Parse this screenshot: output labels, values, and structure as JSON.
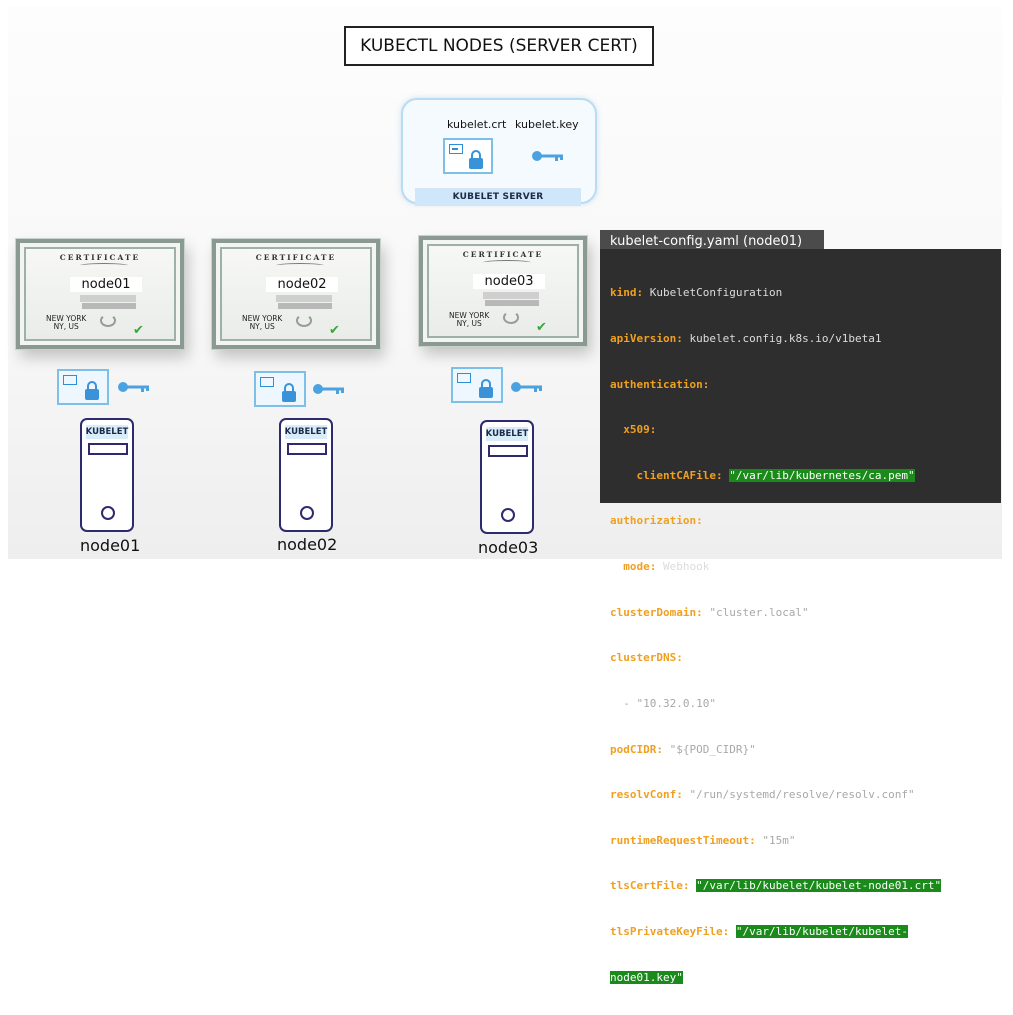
{
  "title": "KUBECTL NODES (SERVER CERT)",
  "server": {
    "crt_label": "kubelet.crt",
    "key_label": "kubelet.key",
    "bar_label": "KUBELET SERVER"
  },
  "certificates": [
    {
      "heading": "CERTIFICATE",
      "name": "node01",
      "city": "NEW YORK",
      "state": "NY, US"
    },
    {
      "heading": "CERTIFICATE",
      "name": "node02",
      "city": "NEW YORK",
      "state": "NY, US"
    },
    {
      "heading": "CERTIFICATE",
      "name": "node03",
      "city": "NEW YORK",
      "state": "NY, US"
    }
  ],
  "nodes": [
    {
      "badge": "KUBELET",
      "name": "node01"
    },
    {
      "badge": "KUBELET",
      "name": "node02"
    },
    {
      "badge": "KUBELET",
      "name": "node03"
    }
  ],
  "config": {
    "tab": "kubelet-config.yaml (node01)",
    "lines": [
      {
        "indent": "",
        "key": "kind:",
        "value": " KubeletConfiguration",
        "style": "v"
      },
      {
        "indent": "",
        "key": "apiVersion:",
        "value": " kubelet.config.k8s.io/v1beta1",
        "style": "v"
      },
      {
        "indent": "",
        "key": "authentication:",
        "value": "",
        "style": "v"
      },
      {
        "indent": "  ",
        "key": "x509:",
        "value": "",
        "style": "v"
      },
      {
        "indent": "    ",
        "key": "clientCAFile:",
        "value": "\"/var/lib/kubernetes/ca.pem\"",
        "style": "hl"
      },
      {
        "indent": "",
        "key": "authorization:",
        "value": "",
        "style": "v"
      },
      {
        "indent": "  ",
        "key": "mode:",
        "value": " Webhook",
        "style": "v"
      },
      {
        "indent": "",
        "key": "clusterDomain:",
        "value": " \"cluster.local\"",
        "style": "s"
      },
      {
        "indent": "",
        "key": "clusterDNS:",
        "value": "",
        "style": "v"
      },
      {
        "indent": "  ",
        "key": "",
        "value": "- \"10.32.0.10\"",
        "style": "s"
      },
      {
        "indent": "",
        "key": "podCIDR:",
        "value": " \"${POD_CIDR}\"",
        "style": "s"
      },
      {
        "indent": "",
        "key": "resolvConf:",
        "value": " \"/run/systemd/resolve/resolv.conf\"",
        "style": "s"
      },
      {
        "indent": "",
        "key": "runtimeRequestTimeout:",
        "value": " \"15m\"",
        "style": "s"
      },
      {
        "indent": "",
        "key": "tlsCertFile:",
        "value": "\"/var/lib/kubelet/kubelet-node01.crt\"",
        "style": "hl"
      },
      {
        "indent": "",
        "key": "tlsPrivateKeyFile:",
        "value": "\"/var/lib/kubelet/kubelet-",
        "style": "hl"
      },
      {
        "indent": "",
        "key": "",
        "value": "node01.key\"",
        "style": "hl"
      }
    ]
  }
}
